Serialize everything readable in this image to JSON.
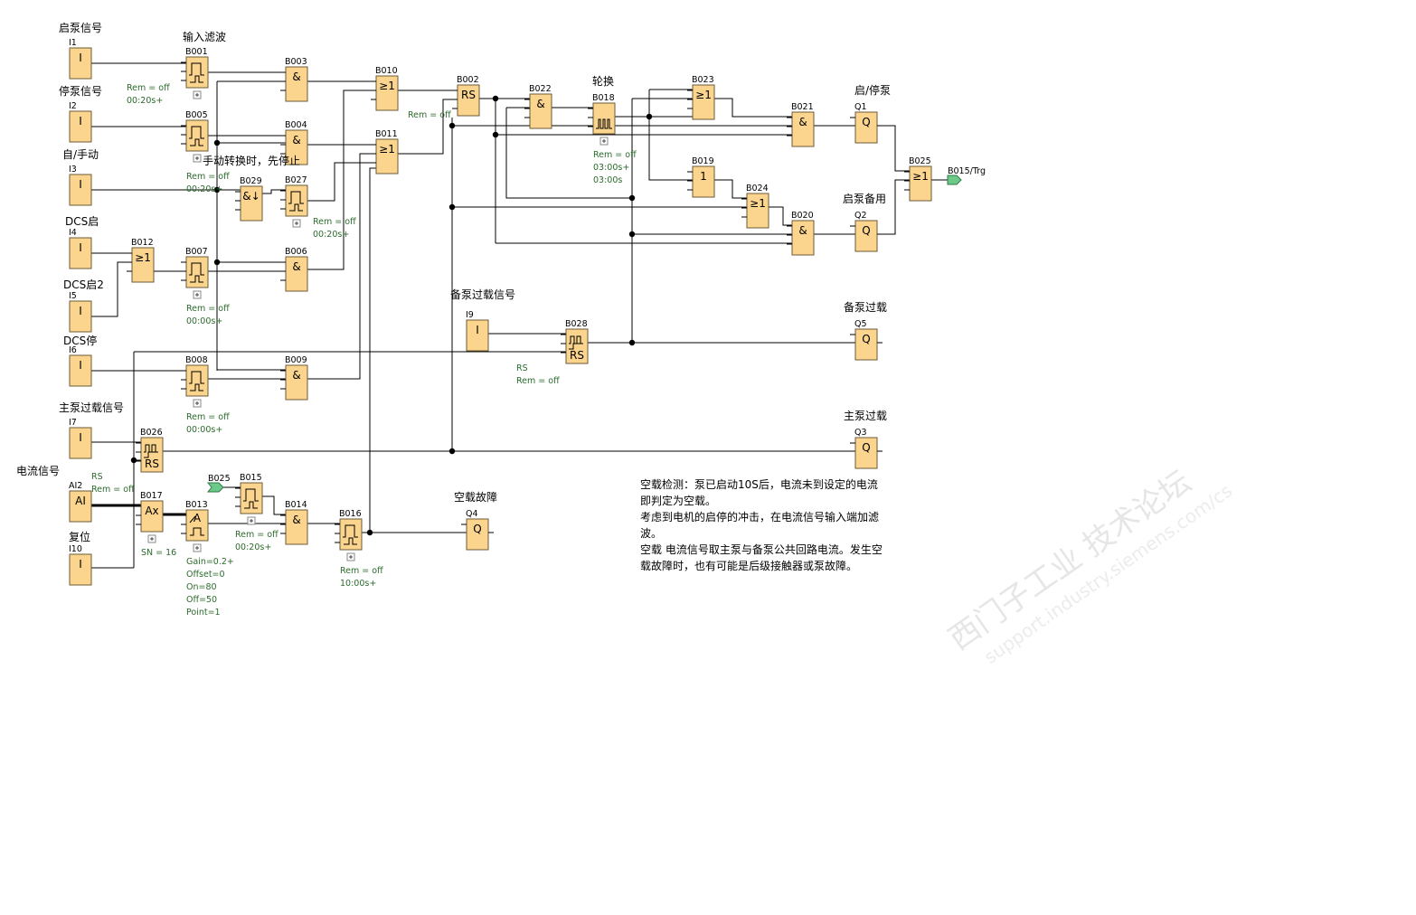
{
  "blocks": [
    {
      "id": "I1",
      "label": "I1",
      "type": "input",
      "symbol": "I",
      "caption": "启泵信号"
    },
    {
      "id": "I2",
      "label": "I2",
      "type": "input",
      "symbol": "I",
      "caption": "停泵信号"
    },
    {
      "id": "I3",
      "label": "I3",
      "type": "input",
      "symbol": "I",
      "caption": "自/手动"
    },
    {
      "id": "I4",
      "label": "I4",
      "type": "input",
      "symbol": "I",
      "caption": "DCS启"
    },
    {
      "id": "I5",
      "label": "I5",
      "type": "input",
      "symbol": "I",
      "caption": "DCS启2"
    },
    {
      "id": "I6",
      "label": "I6",
      "type": "input",
      "symbol": "I",
      "caption": "DCS停"
    },
    {
      "id": "I7",
      "label": "I7",
      "type": "input",
      "symbol": "I",
      "caption": "主泵过载信号"
    },
    {
      "id": "AI2",
      "label": "AI2",
      "type": "input",
      "symbol": "AI",
      "caption": "电流信号"
    },
    {
      "id": "I10",
      "label": "I10",
      "type": "input",
      "symbol": "I",
      "caption": "复位"
    },
    {
      "id": "I9",
      "label": "I9",
      "type": "input",
      "symbol": "I",
      "caption": "备泵过载信号"
    },
    {
      "id": "B001",
      "label": "B001",
      "type": "delay",
      "caption": "输入滤波",
      "params": [
        "Rem = off",
        "00:20s+"
      ]
    },
    {
      "id": "B005",
      "label": "B005",
      "type": "delay",
      "params": [
        "Rem = off",
        "00:20s+"
      ]
    },
    {
      "id": "B007",
      "label": "B007",
      "type": "delay",
      "params": [
        "Rem = off",
        "00:00s+"
      ]
    },
    {
      "id": "B008",
      "label": "B008",
      "type": "delay",
      "params": [
        "Rem = off",
        "00:00s+"
      ]
    },
    {
      "id": "B027",
      "label": "B027",
      "type": "delay",
      "params": [
        "Rem = off",
        "00:20s+"
      ]
    },
    {
      "id": "B015",
      "label": "B015",
      "type": "delay",
      "params": [
        "Rem = off",
        "00:20s+"
      ]
    },
    {
      "id": "B016",
      "label": "B016",
      "type": "delay",
      "params": [
        "Rem = off",
        "10:00s+"
      ]
    },
    {
      "id": "B003",
      "label": "B003",
      "type": "gate",
      "symbol": "&"
    },
    {
      "id": "B004",
      "label": "B004",
      "type": "gate",
      "symbol": "&"
    },
    {
      "id": "B006",
      "label": "B006",
      "type": "gate",
      "symbol": "&"
    },
    {
      "id": "B009",
      "label": "B009",
      "type": "gate",
      "symbol": "&"
    },
    {
      "id": "B014",
      "label": "B014",
      "type": "gate",
      "symbol": "&"
    },
    {
      "id": "B022",
      "label": "B022",
      "type": "gate",
      "symbol": "&"
    },
    {
      "id": "B021",
      "label": "B021",
      "type": "gate",
      "symbol": "&"
    },
    {
      "id": "B020",
      "label": "B020",
      "type": "gate",
      "symbol": "&"
    },
    {
      "id": "B010",
      "label": "B010",
      "type": "gate",
      "symbol": "≥1"
    },
    {
      "id": "B011",
      "label": "B011",
      "type": "gate",
      "symbol": "≥1"
    },
    {
      "id": "B012",
      "label": "B012",
      "type": "gate",
      "symbol": "≥1"
    },
    {
      "id": "B023",
      "label": "B023",
      "type": "gate",
      "symbol": "≥1"
    },
    {
      "id": "B024",
      "label": "B024",
      "type": "gate",
      "symbol": "≥1"
    },
    {
      "id": "B025",
      "label": "B025",
      "type": "gate",
      "symbol": "≥1"
    },
    {
      "id": "B019",
      "label": "B019",
      "type": "gate",
      "symbol": "1"
    },
    {
      "id": "B029",
      "label": "B029",
      "type": "gate",
      "symbol": "&↓"
    },
    {
      "id": "B002",
      "label": "B002",
      "type": "gate",
      "symbol": "RS",
      "params": [
        "Rem = off"
      ]
    },
    {
      "id": "B026",
      "label": "B026",
      "type": "latch",
      "symbol": "RS",
      "params": [
        "RS",
        "Rem = off"
      ]
    },
    {
      "id": "B028",
      "label": "B028",
      "type": "latch",
      "symbol": "RS",
      "params": [
        "RS",
        "Rem = off"
      ]
    },
    {
      "id": "B017",
      "label": "B017",
      "type": "gate",
      "symbol": "Ax",
      "params": [
        "SN = 16"
      ]
    },
    {
      "id": "B013",
      "label": "B013",
      "type": "threshold",
      "symbol": "A",
      "params": [
        "Gain=0.2+",
        "Offset=0",
        "On=80",
        "Off=50",
        "Point=1"
      ]
    },
    {
      "id": "B018",
      "label": "B018",
      "type": "clock",
      "caption": "轮换",
      "params": [
        "Rem = off",
        "03:00s+",
        "03:00s"
      ]
    },
    {
      "id": "Q1",
      "label": "Q1",
      "type": "output",
      "symbol": "Q",
      "caption": "启/停泵"
    },
    {
      "id": "Q2",
      "label": "Q2",
      "type": "output",
      "symbol": "Q",
      "caption": "启泵备用"
    },
    {
      "id": "Q3",
      "label": "Q3",
      "type": "output",
      "symbol": "Q",
      "caption": "主泵过载"
    },
    {
      "id": "Q4",
      "label": "Q4",
      "type": "output",
      "symbol": "Q",
      "caption": "空载故障"
    },
    {
      "id": "Q5",
      "label": "Q5",
      "type": "output",
      "symbol": "Q",
      "caption": "备泵过载"
    }
  ],
  "flags": [
    {
      "id": "flag-B025",
      "label": "B025"
    },
    {
      "id": "flag-B015-trg",
      "label": "B015/Trg"
    }
  ],
  "annotation": "手动转换时，先停止",
  "note": [
    "空载检测：泵已启动10S后，电流未到设定的电流",
    "即判定为空载。",
    "考虑到电机的启停的冲击，在电流信号输入端加滤",
    "波。",
    "空载 电流信号取主泵与备泵公共回路电流。发生空",
    "载故障时，也有可能是后级接触器或泵故障。"
  ],
  "watermark": {
    "text": "西门子工业  技术论坛",
    "url": "support.industry.siemens.com/cs"
  },
  "colors": {
    "block": "#fbd58e",
    "param": "#2d6b2d",
    "flag": "#6cc98a"
  }
}
